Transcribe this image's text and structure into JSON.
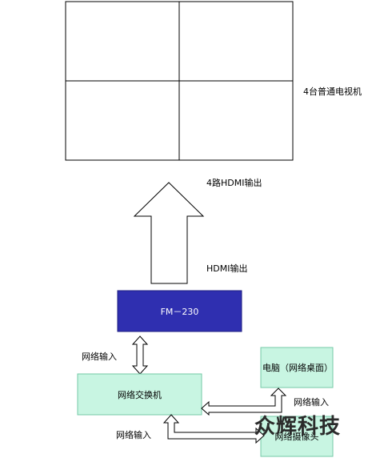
{
  "tv": {
    "label": "4台普通电视机"
  },
  "outputs": {
    "four_way": "4路HDMI输出",
    "hdmi": "HDMI输出"
  },
  "device": {
    "name": "FM－230",
    "fill": "#2f2fb0",
    "text_color": "#ffffff"
  },
  "network": {
    "input_left": "网络输入",
    "input_right": "网络输入",
    "input_bottom": "网络输入",
    "switch": "网络交换机",
    "pc": "电脑（网络桌面）",
    "camera": "网络摄像头",
    "box_fill": "#c8f5e2",
    "box_border": "#74c9a7"
  },
  "watermark": {
    "text": "众辉科技"
  }
}
